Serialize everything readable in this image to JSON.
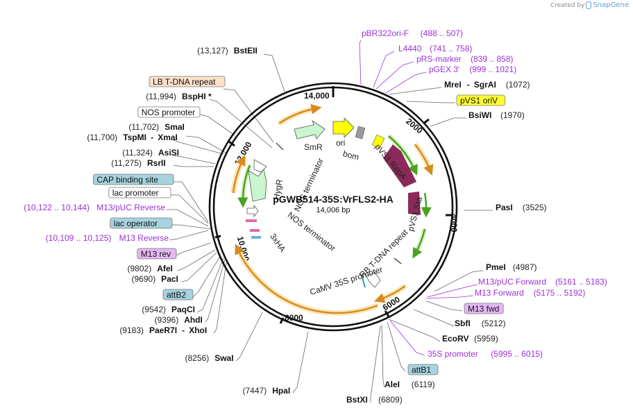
{
  "credit": {
    "prefix": "Created by",
    "brand": "SnapGene"
  },
  "plasmid": {
    "name": "pGWB514-35S:VrFLS2-HA",
    "size": "14,006 bp"
  },
  "ticks": [
    "14,000",
    "2000",
    "4000",
    "6000",
    "8000",
    "10,000",
    "12,000"
  ],
  "features": [
    "SmR",
    "ori",
    "bom",
    "pVS1 RepA",
    "pVS1 Sta",
    "RB T-DNA repeat",
    "CaMV 35S promoter",
    "NOS terminator",
    "3xHA",
    "HygR",
    "NOS terminator"
  ],
  "left_labels": [
    {
      "type": "enzyme",
      "name": "BstEII",
      "num": "(13,127)"
    },
    {
      "type": "feature",
      "name": "LB T-DNA repeat",
      "bg": "#fbe0c8"
    },
    {
      "type": "enzyme",
      "name": "BspHI",
      "star": "*",
      "num": "(11,994)"
    },
    {
      "type": "feature",
      "name": "NOS promoter",
      "bg": "#ffffff"
    },
    {
      "type": "enzyme",
      "name": "SmaI",
      "num": "(11,702)"
    },
    {
      "type": "enzyme",
      "name": "TspMI",
      "name2": "XmaI",
      "num": "(11,700)"
    },
    {
      "type": "enzyme",
      "name": "AsiSI",
      "num": "(11,324)"
    },
    {
      "type": "enzyme",
      "name": "RsrII",
      "num": "(11,275)"
    },
    {
      "type": "feature",
      "name": "CAP binding site",
      "bg": "#a6d3df"
    },
    {
      "type": "feature",
      "name": "lac promoter",
      "bg": "#ffffff"
    },
    {
      "type": "primer",
      "name": "M13/pUC Reverse",
      "num": "(10,122 .. 10,144)"
    },
    {
      "type": "feature",
      "name": "lac operator",
      "bg": "#a6d3df"
    },
    {
      "type": "primer",
      "name": "M13 Reverse",
      "num": "(10,109 .. 10,125)"
    },
    {
      "type": "feature",
      "name": "M13 rev",
      "bg": "#e3b8f2"
    },
    {
      "type": "enzyme",
      "name": "AfeI",
      "num": "(9802)"
    },
    {
      "type": "enzyme",
      "name": "PacI",
      "num": "(9690)"
    },
    {
      "type": "feature",
      "name": "attB2",
      "bg": "#a6d3df"
    },
    {
      "type": "enzyme",
      "name": "PaqCI",
      "num": "(9542)"
    },
    {
      "type": "enzyme",
      "name": "AhdI",
      "num": "(9396)"
    },
    {
      "type": "enzyme",
      "name": "PaeR7I",
      "name2": "XhoI",
      "num": "(9183)"
    },
    {
      "type": "enzyme",
      "name": "SwaI",
      "num": "(8256)"
    },
    {
      "type": "enzyme",
      "name": "HpaI",
      "num": "(7447)"
    }
  ],
  "right_labels": [
    {
      "type": "primer",
      "name": "pBR322ori-F",
      "num": "(488 .. 507)"
    },
    {
      "type": "primer",
      "name": "L4440",
      "num": "(741 .. 758)"
    },
    {
      "type": "primer",
      "name": "pRS-marker",
      "num": "(839 .. 858)"
    },
    {
      "type": "primer",
      "name": "pGEX 3'",
      "num": "(999 .. 1021)"
    },
    {
      "type": "enzyme",
      "name": "MreI",
      "name2": "SgrAI",
      "num": "(1072)"
    },
    {
      "type": "feature",
      "name": "pVS1 oriV",
      "bg": "#ffff33"
    },
    {
      "type": "enzyme",
      "name": "BsiWI",
      "num": "(1970)"
    },
    {
      "type": "enzyme",
      "name": "PasI",
      "num": "(3525)"
    },
    {
      "type": "enzyme",
      "name": "PmeI",
      "num": "(4987)"
    },
    {
      "type": "primer",
      "name": "M13/pUC Forward",
      "num": "(5161 .. 5183)"
    },
    {
      "type": "primer",
      "name": "M13 Forward",
      "num": "(5175 .. 5192)"
    },
    {
      "type": "feature",
      "name": "M13 fwd",
      "bg": "#e3b8f2"
    },
    {
      "type": "enzyme",
      "name": "SbfI",
      "num": "(5212)"
    },
    {
      "type": "enzyme",
      "name": "EcoRV",
      "num": "(5959)"
    },
    {
      "type": "primer",
      "name": "35S promoter",
      "num": "(5995 .. 6015)"
    },
    {
      "type": "feature",
      "name": "attB1",
      "bg": "#a6d3df"
    },
    {
      "type": "enzyme",
      "name": "AleI",
      "num": "(6119)"
    },
    {
      "type": "enzyme",
      "name": "BstXI",
      "num": "(6809)"
    }
  ],
  "colors": {
    "enzyme": "#111111",
    "primer": "#9b30d9",
    "orf_orange": "#d88a1e",
    "orf_green": "#4aa31f",
    "repA": "#8b2a5a",
    "ori": "#ffff00",
    "smr": "#c9f5cf"
  }
}
